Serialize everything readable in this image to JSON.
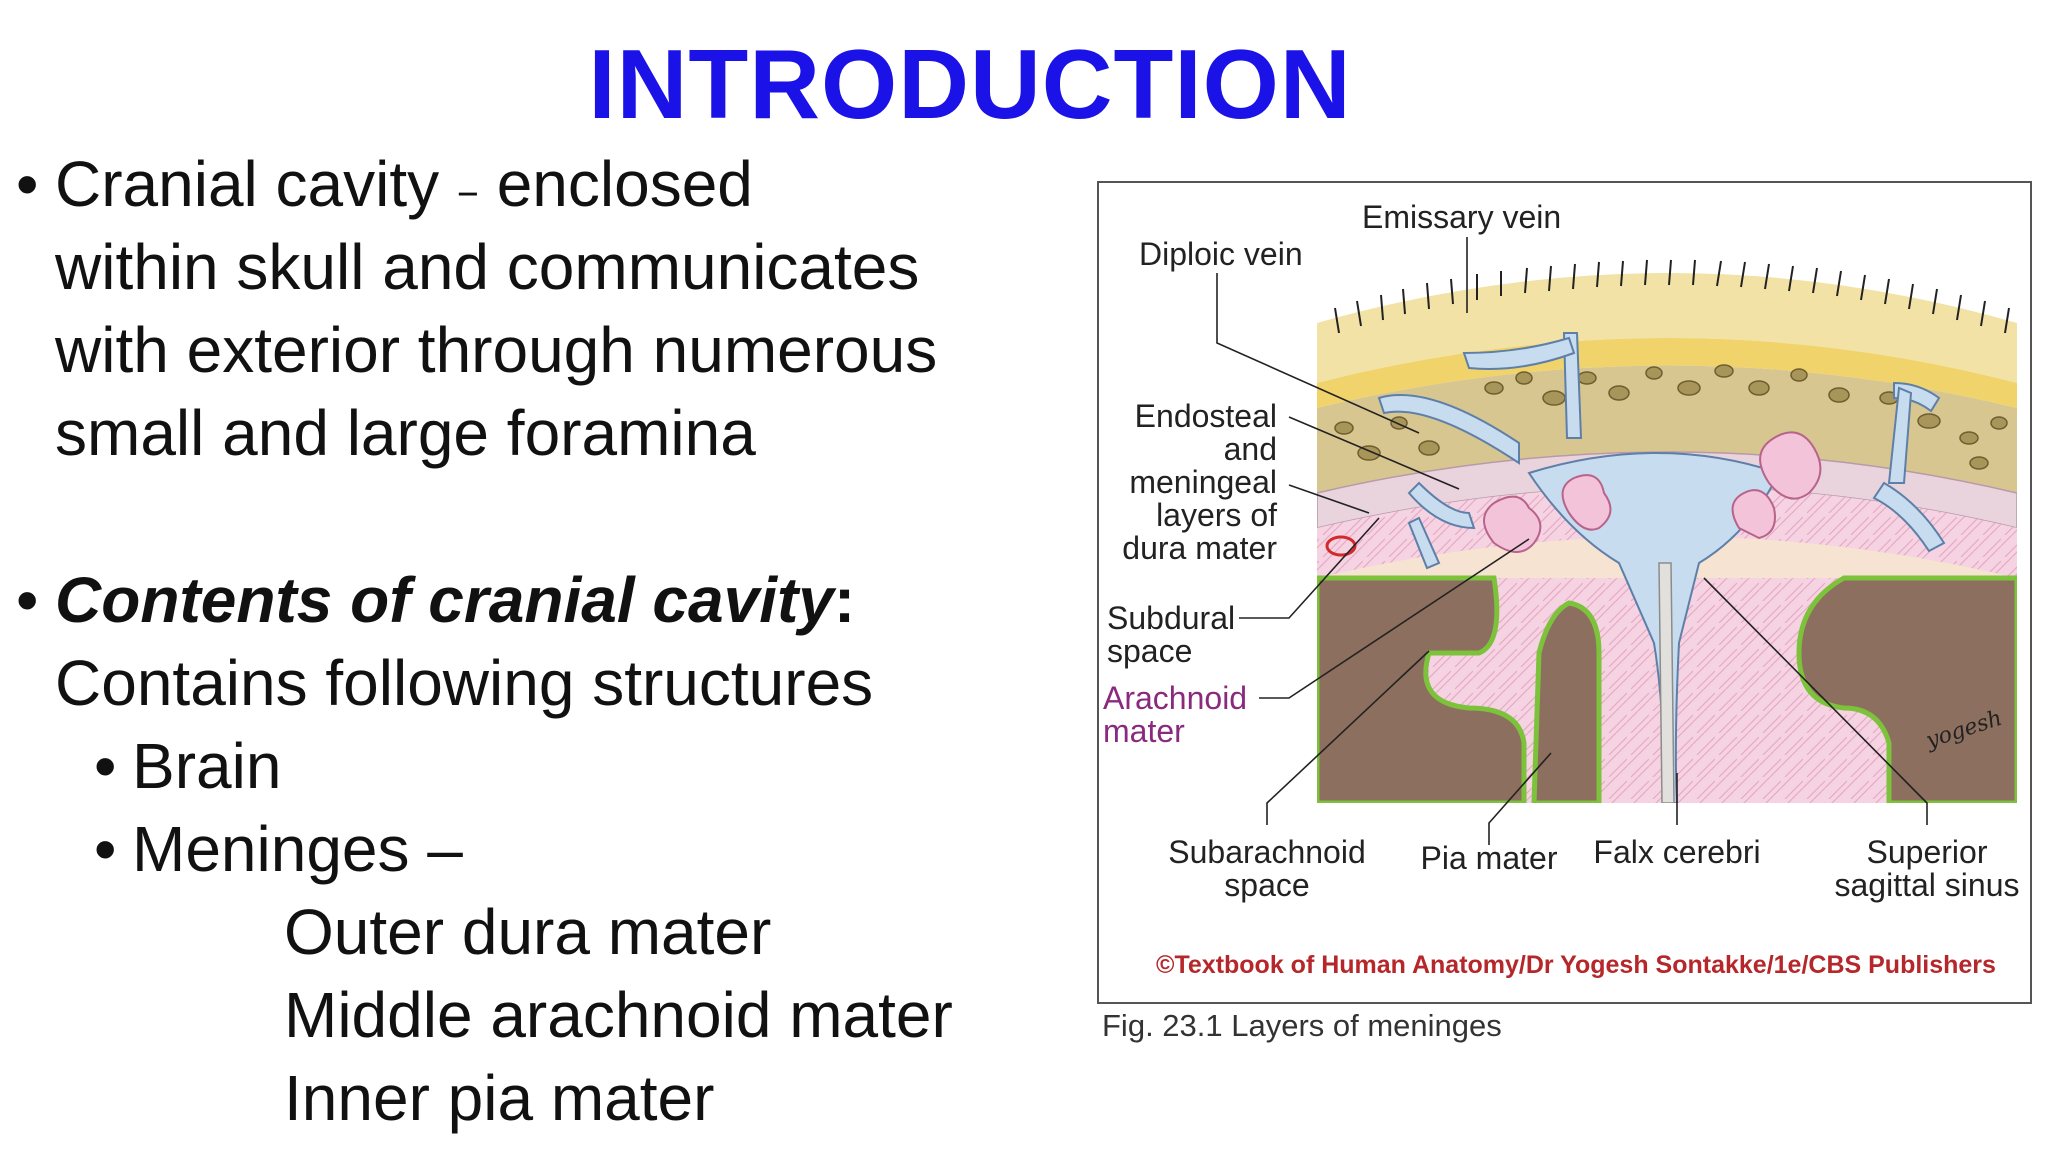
{
  "slide": {
    "title": "INTRODUCTION",
    "bullets": {
      "b1_bullet": "•",
      "b1_line1_a": "Cranial cavity",
      "b1_dash": "–",
      "b1_line1_b": "enclosed",
      "b1_line2": "within skull and communicates",
      "b1_line3": "with exterior through numerous",
      "b1_line4": "small and large foramina",
      "b2_bullet": "•",
      "b2_heading": "Contents of cranial cavity",
      "b2_colon": ":",
      "b2_line2": "Contains following structures",
      "sub1_bullet": "•",
      "sub1": "Brain",
      "sub2_bullet": "•",
      "sub2": "Meninges –",
      "layer1": "Outer dura mater",
      "layer2": "Middle arachnoid mater",
      "layer3": "Inner pia mater"
    }
  },
  "figure": {
    "labels": {
      "emissary_vein": "Emissary vein",
      "diploic_vein": "Diploic vein",
      "endosteal_1": "Endosteal",
      "endosteal_2": "and",
      "endosteal_3": "meningeal",
      "endosteal_4": "layers of",
      "endosteal_5": "dura mater",
      "subdural_1": "Subdural",
      "subdural_2": "space",
      "arachnoid_1": "Arachnoid",
      "arachnoid_2": "mater",
      "subarachnoid_1": "Subarachnoid",
      "subarachnoid_2": "space",
      "pia_mater": "Pia mater",
      "falx_cerebri": "Falx cerebri",
      "superior_1": "Superior",
      "superior_2": "sagittal sinus",
      "signature": "yogesh"
    },
    "copyright": "©Textbook of Human Anatomy/Dr Yogesh Sontakke/1e/CBS Publishers",
    "caption": "Fig. 23.1 Layers of meninges",
    "colors": {
      "title": "#1a12e6",
      "scalp": "#f2d88a",
      "bone": "#d8c690",
      "vein": "#c8dcef",
      "dura": "#e9d3dd",
      "arachnoid": "#f4cfe0",
      "brain": "#8c6f5e",
      "pia": "#7cc23a",
      "copyright": "#b5272a",
      "arachnoid_label": "#8a2a7e"
    }
  }
}
